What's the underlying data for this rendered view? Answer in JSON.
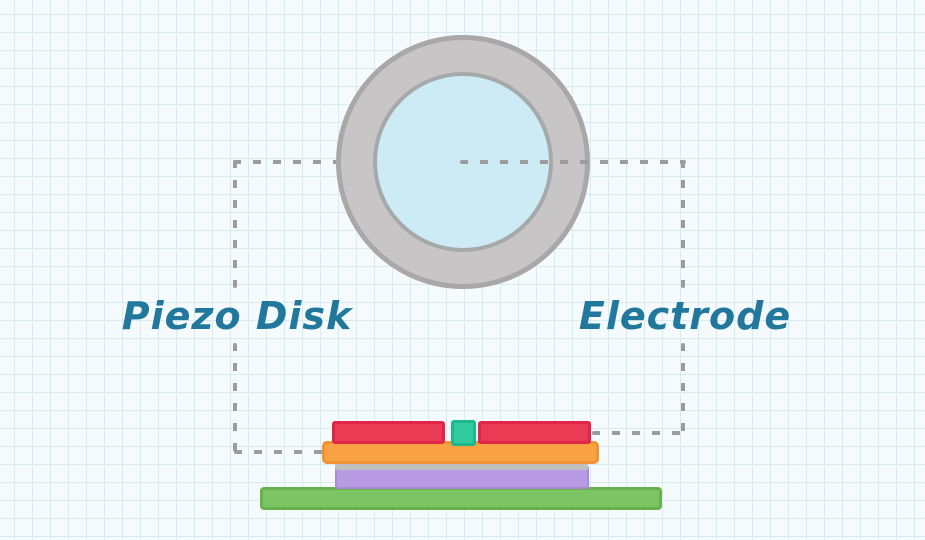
{
  "diagram": {
    "title_hint": "piezo disk schematic on grid paper",
    "labels": {
      "piezo_disk": "Piezo Disk",
      "electrode": "Electrode"
    },
    "parts": [
      {
        "name": "disk-top-view",
        "shape": "ring",
        "description": "gray ring with light blue disk face"
      },
      {
        "name": "cross-section-stack",
        "layers": [
          {
            "name": "electrode-layer-left",
            "color_key": "electrode_red"
          },
          {
            "name": "contact-pad",
            "color_key": "contact_teal"
          },
          {
            "name": "electrode-layer-right",
            "color_key": "electrode_red"
          },
          {
            "name": "layer-orange",
            "color_key": "layer_orange"
          },
          {
            "name": "strip-gray",
            "color_key": "layer_gray"
          },
          {
            "name": "piezo-layer-purple",
            "color_key": "layer_purple"
          },
          {
            "name": "base-board-green",
            "color_key": "base_green"
          }
        ]
      }
    ]
  },
  "colors": {
    "paper": "#f5fafc",
    "grid_line": "#d7ebf3",
    "label_text": "#22789c",
    "dash": "#9c9c9c",
    "ring_fill": "#c7c5c5",
    "ring_stroke": "#a9a7a7",
    "disk_face_fill": "#cdebf5",
    "disk_face_stroke": "#a5a9aa",
    "electrode_red": "#ea3b55",
    "electrode_red_stroke": "#e02648",
    "contact_teal": "#32cba0",
    "contact_teal_stroke": "#1cb88e",
    "layer_orange": "#f8a243",
    "layer_orange_stroke": "#ef9334",
    "layer_gray": "#bfbfbf",
    "layer_purple": "#b99be3",
    "layer_purple_stroke": "#a98ad3",
    "base_green": "#7dc464",
    "base_green_stroke": "#69b14e"
  }
}
